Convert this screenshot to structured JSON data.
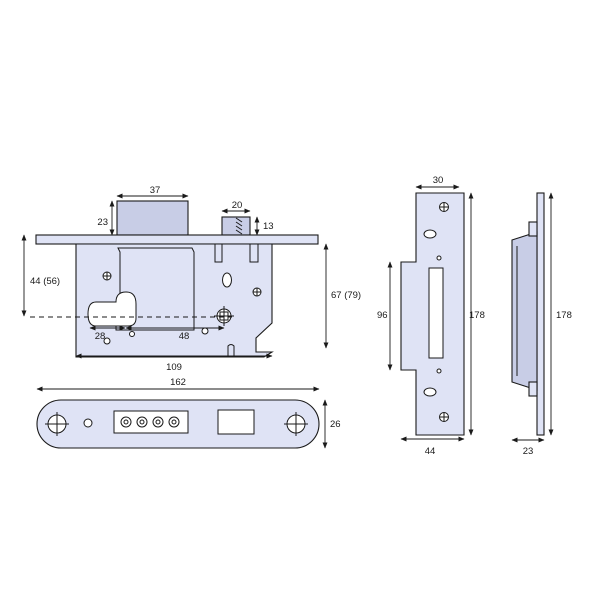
{
  "colors": {
    "metal_fill": "#dfe3f5",
    "metal_shade": "#c8cde6",
    "line": "#1a1a1a",
    "background": "#ffffff"
  },
  "dimensions": {
    "case_bolt_width": "37",
    "case_bolt_height": "23",
    "latch_width": "20",
    "latch_height": "13",
    "backset": "44 (56)",
    "overall_height": "67 (79)",
    "cylinder_spacing_left": "28",
    "cylinder_spacing_right": "48",
    "case_width": "109",
    "faceplate_length": "162",
    "faceplate_width": "26",
    "keep_top_width": "30",
    "keep_face_height": "96",
    "keep_front_height": "178",
    "keep_base_width": "44",
    "keep_side_height": "178",
    "keep_side_depth": "23"
  }
}
